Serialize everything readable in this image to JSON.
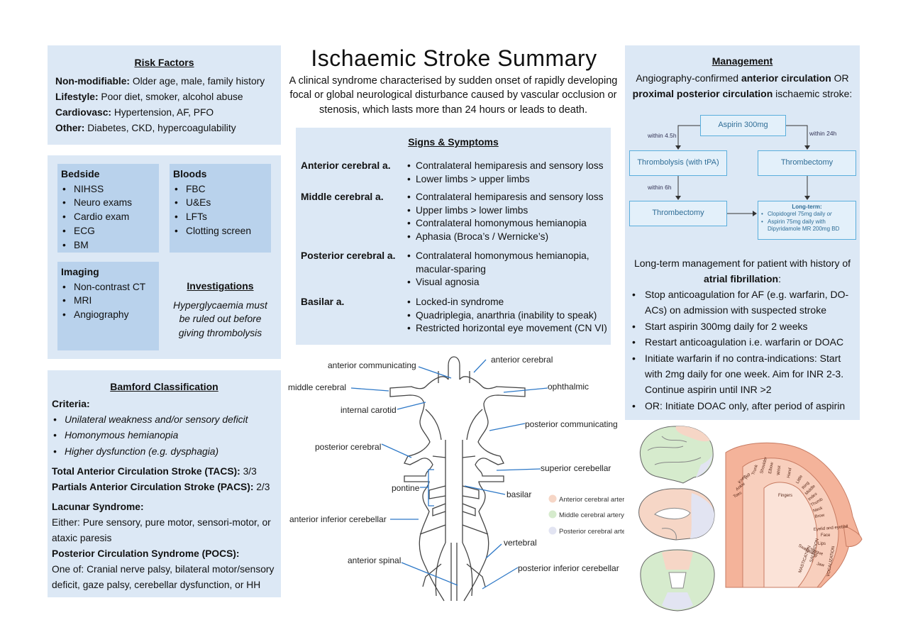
{
  "title": "Ischaemic Stroke Summary",
  "intro": "A clinical syndrome characterised by sudden onset of rapidly developing focal or global neurological disturbance caused by vascular occlusion or stenosis, which lasts more than 24 hours or leads to death.",
  "risk_factors": {
    "heading": "Risk Factors",
    "rows": [
      {
        "label": "Non-modifiable:",
        "text": " Older age, male, family history"
      },
      {
        "label": "Lifestyle:",
        "text": " Poor diet, smoker, alcohol abuse"
      },
      {
        "label": "Cardiovasc:",
        "text": " Hypertension, AF, PFO"
      },
      {
        "label": "Other:",
        "text": " Diabetes, CKD, hypercoagulability"
      }
    ]
  },
  "investigations": {
    "heading": "Investigations",
    "note": "Hyperglycaemia must be ruled out before giving thrombolysis",
    "bedside": {
      "heading": "Bedside",
      "items": [
        "NIHSS",
        "Neuro exams",
        "Cardio exam",
        "ECG",
        "BM"
      ]
    },
    "bloods": {
      "heading": "Bloods",
      "items": [
        "FBC",
        "U&Es",
        "LFTs",
        "Clotting screen"
      ]
    },
    "imaging": {
      "heading": "Imaging",
      "items": [
        "Non-contrast CT",
        "MRI",
        "Angiography"
      ]
    }
  },
  "bamford": {
    "heading": "Bamford Classification",
    "criteria_label": "Criteria:",
    "criteria": [
      "Unilateral weakness and/or sensory deficit",
      "Homonymous hemianopia",
      "Higher dysfunction (e.g. dysphagia)"
    ],
    "tacs_label": "Total Anterior Circulation Stroke (TACS):",
    "tacs_value": " 3/3",
    "pacs_label": "Partials Anterior Circulation Stroke (PACS):",
    "pacs_value": " 2/3",
    "lacunar_label": "Lacunar Syndrome:",
    "lacunar_text": "Either: Pure sensory, pure motor, sensori-motor, or ataxic paresis",
    "pocs_label": "Posterior Circulation Syndrome (POCS):",
    "pocs_text": "One of: Cranial nerve palsy, bilateral motor/sensory deficit, gaze palsy, cerebellar dysfunction, or HH"
  },
  "signs": {
    "heading": "Signs & Symptoms",
    "groups": [
      {
        "artery": "Anterior cerebral a.",
        "items": [
          "Contralateral hemiparesis and sensory loss",
          "Lower limbs > upper limbs"
        ]
      },
      {
        "artery": "Middle cerebral a.",
        "items": [
          "Contralateral hemiparesis and sensory loss",
          "Upper limbs > lower limbs",
          "Contralateral homonymous hemianopia",
          "Aphasia (Broca’s / Wernicke’s)"
        ]
      },
      {
        "artery": "Posterior cerebral a.",
        "items": [
          "Contralateral homonymous hemianopia, macular-sparing",
          "Visual agnosia"
        ]
      },
      {
        "artery": "Basilar a.",
        "items": [
          "Locked-in syndrome",
          "Quadriplegia, anarthria (inability to speak)",
          "Restricted horizontal eye movement (CN VI)"
        ]
      }
    ]
  },
  "diagram": {
    "labels": {
      "anterior_communicating": "anterior communicating",
      "anterior_cerebral": "anterior cerebral",
      "middle_cerebral": "middle cerebral",
      "ophthalmic": "ophthalmic",
      "internal_carotid": "internal carotid",
      "posterior_communicating": "posterior communicating",
      "posterior_cerebral": "posterior cerebral",
      "superior_cerebellar": "superior cerebellar",
      "pontine": "pontine",
      "basilar": "basilar",
      "anterior_inferior_cerebellar": "anterior inferior cerebellar",
      "vertebral": "vertebral",
      "anterior_spinal": "anterior spinal",
      "posterior_inferior_cerebellar": "posterior inferior cerebellar"
    },
    "legend": [
      "Anterior cerebral artery",
      "Middle cerebral artery",
      "Posterior cerebral artery"
    ],
    "legend_colors": [
      "#f6d6c6",
      "#d6ebcd",
      "#e2e4f2"
    ]
  },
  "management": {
    "heading": "Management",
    "intro_a": "Angiography-confirmed ",
    "intro_b": "anterior circulation",
    "intro_c": " OR ",
    "intro_d": "proximal posterior circulation",
    "intro_e": " ischaemic stroke:",
    "flow": {
      "aspirin": "Aspirin 300mg",
      "within45": "within 4.5h",
      "within24": "within 24h",
      "thrombolysis": "Thrombolysis (with tPA)",
      "thrombectomy": "Thrombectomy",
      "within6": "within 6h",
      "thrombectomy2": "Thrombectomy",
      "longterm_title": "Long-term:",
      "longterm_item1_a": "Clopidogrel 75mg daily ",
      "longterm_item1_or": "or",
      "longterm_item2": "Aspirin 75mg daily with Dipyridamole MR 200mg BD"
    },
    "af_intro_a": "Long-term management for patient with history of ",
    "af_intro_b": "atrial fibrillation",
    "af_intro_c": ":",
    "af_items": [
      "Stop anticoagulation for AF (e.g. warfarin, DO-ACs) on admission with suspected stroke",
      "Start aspirin 300mg daily for 2 weeks",
      "Restart anticoagulation i.e. warfarin or DOAC",
      "Initiate warfarin if no contra-indications: Start with 2mg daily for one week. Aim for INR 2-3. Continue aspirin until INR >2",
      "OR: Initiate DOAC only, after period of aspirin"
    ]
  },
  "homunculus": {
    "labels": [
      "Hip",
      "Trunk",
      "Shoulder",
      "Elbow",
      "Wrist",
      "Hand",
      "Little",
      "Ring",
      "Middle",
      "Index",
      "Thumb",
      "Neck",
      "Brow",
      "Eyelid and eyeball",
      "Face",
      "Lips",
      "Jaw",
      "Tongue",
      "Swallowing",
      "Fingers",
      "MASTICATION",
      "SALIVATION",
      "VOCALIZATION",
      "Knee",
      "Ankle",
      "Toes"
    ]
  }
}
